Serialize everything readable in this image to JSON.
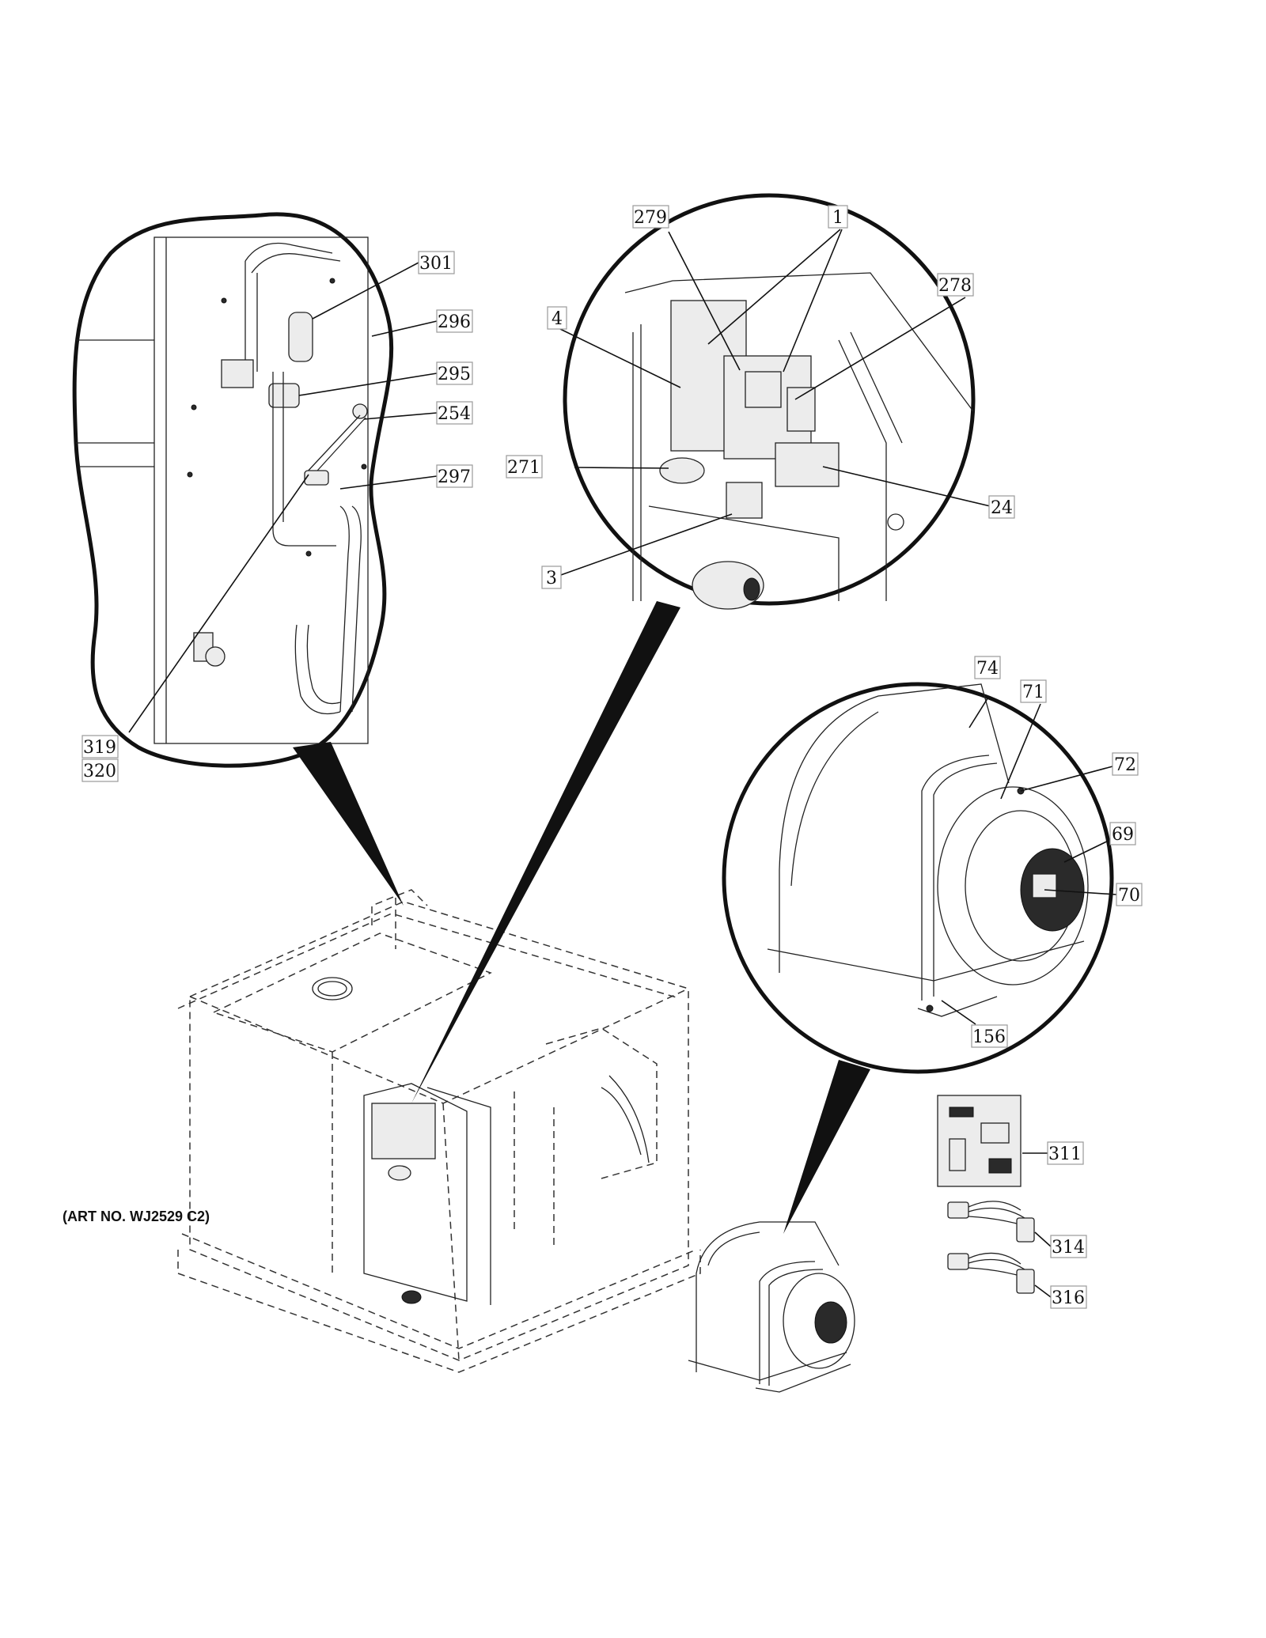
{
  "art_number": "(ART NO. WJ2529 C2)",
  "callouts": [
    {
      "id": "c301",
      "label": "301"
    },
    {
      "id": "c296",
      "label": "296"
    },
    {
      "id": "c295",
      "label": "295"
    },
    {
      "id": "c254",
      "label": "254"
    },
    {
      "id": "c297",
      "label": "297"
    },
    {
      "id": "c319",
      "label": "319"
    },
    {
      "id": "c320",
      "label": "320"
    },
    {
      "id": "c279",
      "label": "279"
    },
    {
      "id": "c1",
      "label": "1"
    },
    {
      "id": "c278",
      "label": "278"
    },
    {
      "id": "c4",
      "label": "4"
    },
    {
      "id": "c271",
      "label": "271"
    },
    {
      "id": "c24",
      "label": "24"
    },
    {
      "id": "c3",
      "label": "3"
    },
    {
      "id": "c74",
      "label": "74"
    },
    {
      "id": "c71",
      "label": "71"
    },
    {
      "id": "c72",
      "label": "72"
    },
    {
      "id": "c69",
      "label": "69"
    },
    {
      "id": "c70",
      "label": "70"
    },
    {
      "id": "c156",
      "label": "156"
    },
    {
      "id": "c311",
      "label": "311"
    },
    {
      "id": "c314",
      "label": "314"
    },
    {
      "id": "c316",
      "label": "316"
    }
  ]
}
